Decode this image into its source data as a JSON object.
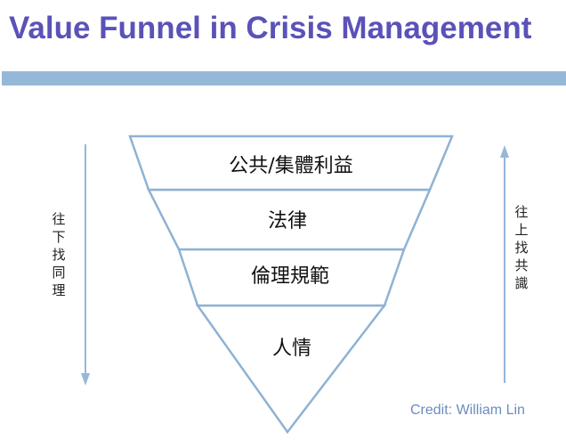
{
  "title": "Value Funnel in Crisis Management",
  "funnel": {
    "levels": [
      {
        "label": "公共/集體利益"
      },
      {
        "label": "法律"
      },
      {
        "label": "倫理規範"
      },
      {
        "label": "人情"
      }
    ]
  },
  "left_arrow": {
    "text": "往下找同理"
  },
  "right_arrow": {
    "text": "往上找共識"
  },
  "credit": "Credit: William Lin",
  "colors": {
    "title": "#5a52b8",
    "title_bar": "#95b8d8",
    "arrow": "#95b8d8",
    "funnel_stroke": "#8fb2d3",
    "credit": "#6a8dbd"
  }
}
